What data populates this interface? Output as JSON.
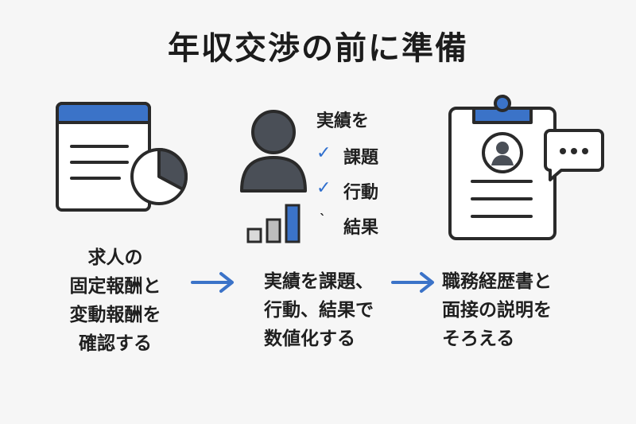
{
  "title": "年収交渉の前に準備",
  "steps": [
    {
      "text": "求人の\n固定報酬と\n変動報酬を\n確認する"
    },
    {
      "text": "実績を課題、\n行動、結果で\n数値化する"
    },
    {
      "text": "職務経歴書と\n面接の説明を\nそろえる"
    }
  ],
  "achievements": {
    "heading": "実績を",
    "items": [
      {
        "label": "課題",
        "mark": "✓"
      },
      {
        "label": "行動",
        "mark": "✓"
      },
      {
        "label": "結果",
        "mark": "`"
      }
    ]
  },
  "icons": {
    "step1": [
      "document-window-icon",
      "pie-chart-icon"
    ],
    "step2": [
      "person-icon",
      "bar-chart-icon"
    ],
    "step3": [
      "clipboard-icon",
      "profile-photo-icon",
      "speech-bubble-icon"
    ],
    "arrows": [
      "arrow-right-icon",
      "arrow-right-icon"
    ]
  },
  "colors": {
    "accent_blue": "#3b73c8",
    "dark_gray": "#4a4f57",
    "outline": "#2a2a2a",
    "background": "#f6f6f6"
  }
}
